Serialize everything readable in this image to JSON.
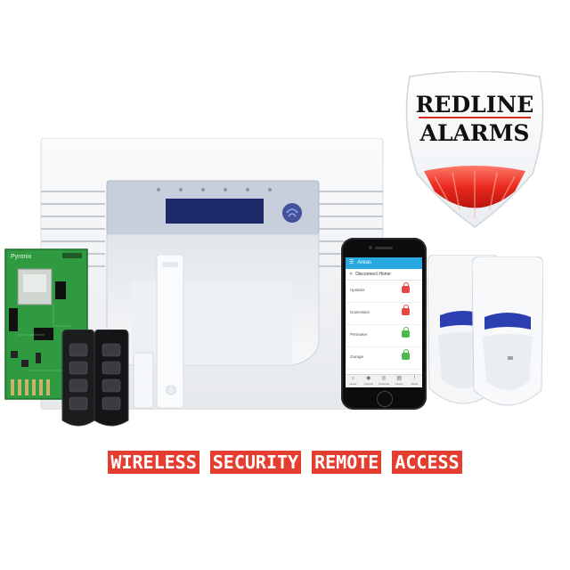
{
  "siren": {
    "brand_line1": "REDLINE",
    "brand_line2": "ALARMS"
  },
  "pcb": {
    "logo": "Pyronix"
  },
  "phone": {
    "app_title": "Areas",
    "connection_label": "Disconnect Home",
    "areas": [
      {
        "name": "Upstairs",
        "state": "armed"
      },
      {
        "name": "Downstairs",
        "state": "armed"
      },
      {
        "name": "Perimeter",
        "state": "disarmed"
      },
      {
        "name": "Garage",
        "state": "disarmed"
      }
    ],
    "tabs": [
      "Areas",
      "Outputs",
      "Cameras",
      "History",
      "Alerts"
    ]
  },
  "tagline": {
    "words": [
      "WIRELESS",
      "SECURITY",
      "REMOTE",
      "ACCESS"
    ]
  },
  "colors": {
    "accent_red": "#e53d2f",
    "app_blue": "#27a8e0",
    "armed": "#e64646",
    "disarmed": "#4cb94c"
  },
  "icons": [
    "menu-icon",
    "close-icon",
    "lock-icon",
    "fingerprint-icon"
  ]
}
